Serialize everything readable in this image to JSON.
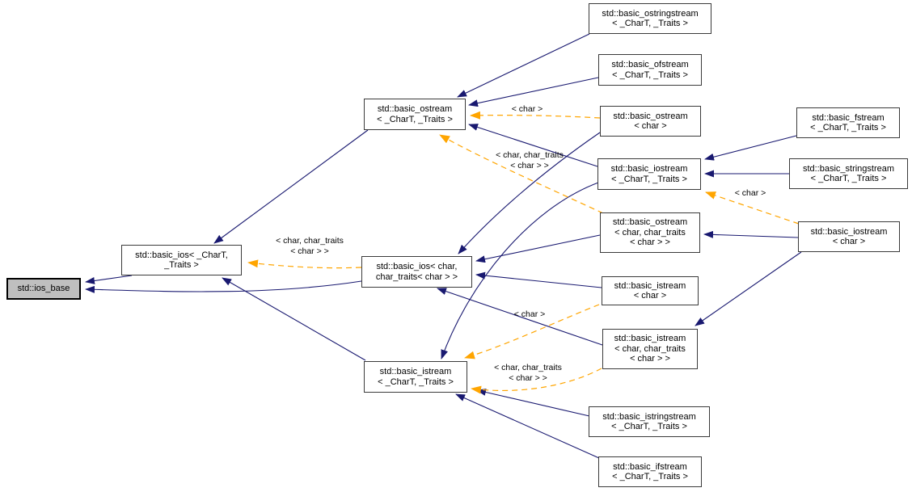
{
  "diagram": {
    "kind": "class-inheritance-graph",
    "colors": {
      "inheritance_edge": "#191970",
      "template_instance_edge": "#ffa500",
      "node_fill": "#ffffff",
      "highlighted_node_fill": "#bfbfbf",
      "node_border": "#3a3a3a"
    },
    "nodes": [
      {
        "id": "ios-base",
        "lines": [
          "std::ios_base"
        ]
      },
      {
        "id": "basic-ios-template",
        "lines": [
          "std::basic_ios< _CharT,",
          "_Traits >"
        ]
      },
      {
        "id": "basic-ostream-template",
        "lines": [
          "std::basic_ostream",
          "< _CharT, _Traits >"
        ]
      },
      {
        "id": "basic-ios-char",
        "lines": [
          "std::basic_ios< char,",
          "char_traits< char > >"
        ]
      },
      {
        "id": "basic-istream-template",
        "lines": [
          "std::basic_istream",
          "< _CharT, _Traits >"
        ]
      },
      {
        "id": "basic-ostringstream",
        "lines": [
          "std::basic_ostringstream",
          "< _CharT, _Traits >"
        ]
      },
      {
        "id": "basic-ofstream",
        "lines": [
          "std::basic_ofstream",
          "< _CharT, _Traits >"
        ]
      },
      {
        "id": "basic-ostream-char",
        "lines": [
          "std::basic_ostream",
          "< char >"
        ]
      },
      {
        "id": "basic-iostream-template",
        "lines": [
          "std::basic_iostream",
          "< _CharT, _Traits >"
        ]
      },
      {
        "id": "basic-ostream-char-traits",
        "lines": [
          "std::basic_ostream",
          "< char, char_traits",
          "< char > >"
        ]
      },
      {
        "id": "basic-istream-char",
        "lines": [
          "std::basic_istream",
          "< char >"
        ]
      },
      {
        "id": "basic-istream-char-traits",
        "lines": [
          "std::basic_istream",
          "< char, char_traits",
          "< char > >"
        ]
      },
      {
        "id": "basic-istringstream",
        "lines": [
          "std::basic_istringstream",
          "< _CharT, _Traits >"
        ]
      },
      {
        "id": "basic-ifstream",
        "lines": [
          "std::basic_ifstream",
          "< _CharT, _Traits >"
        ]
      },
      {
        "id": "basic-fstream",
        "lines": [
          "std::basic_fstream",
          "< _CharT, _Traits >"
        ]
      },
      {
        "id": "basic-stringstream",
        "lines": [
          "std::basic_stringstream",
          "< _CharT, _Traits >"
        ]
      },
      {
        "id": "basic-iostream-char",
        "lines": [
          "std::basic_iostream",
          "< char >"
        ]
      }
    ],
    "edge_labels": [
      {
        "id": "ostream-char-instance",
        "lines": [
          "< char >"
        ]
      },
      {
        "id": "ostream-char-traits-instance",
        "lines": [
          "< char, char_traits",
          "< char > >"
        ]
      },
      {
        "id": "ios-char-traits-instance",
        "lines": [
          "< char, char_traits",
          "< char > >"
        ]
      },
      {
        "id": "iostream-char-instance",
        "lines": [
          "< char >"
        ]
      },
      {
        "id": "istream-char-instance",
        "lines": [
          "< char >"
        ]
      },
      {
        "id": "istream-char-traits-instance",
        "lines": [
          "< char, char_traits",
          "< char > >"
        ]
      }
    ]
  }
}
